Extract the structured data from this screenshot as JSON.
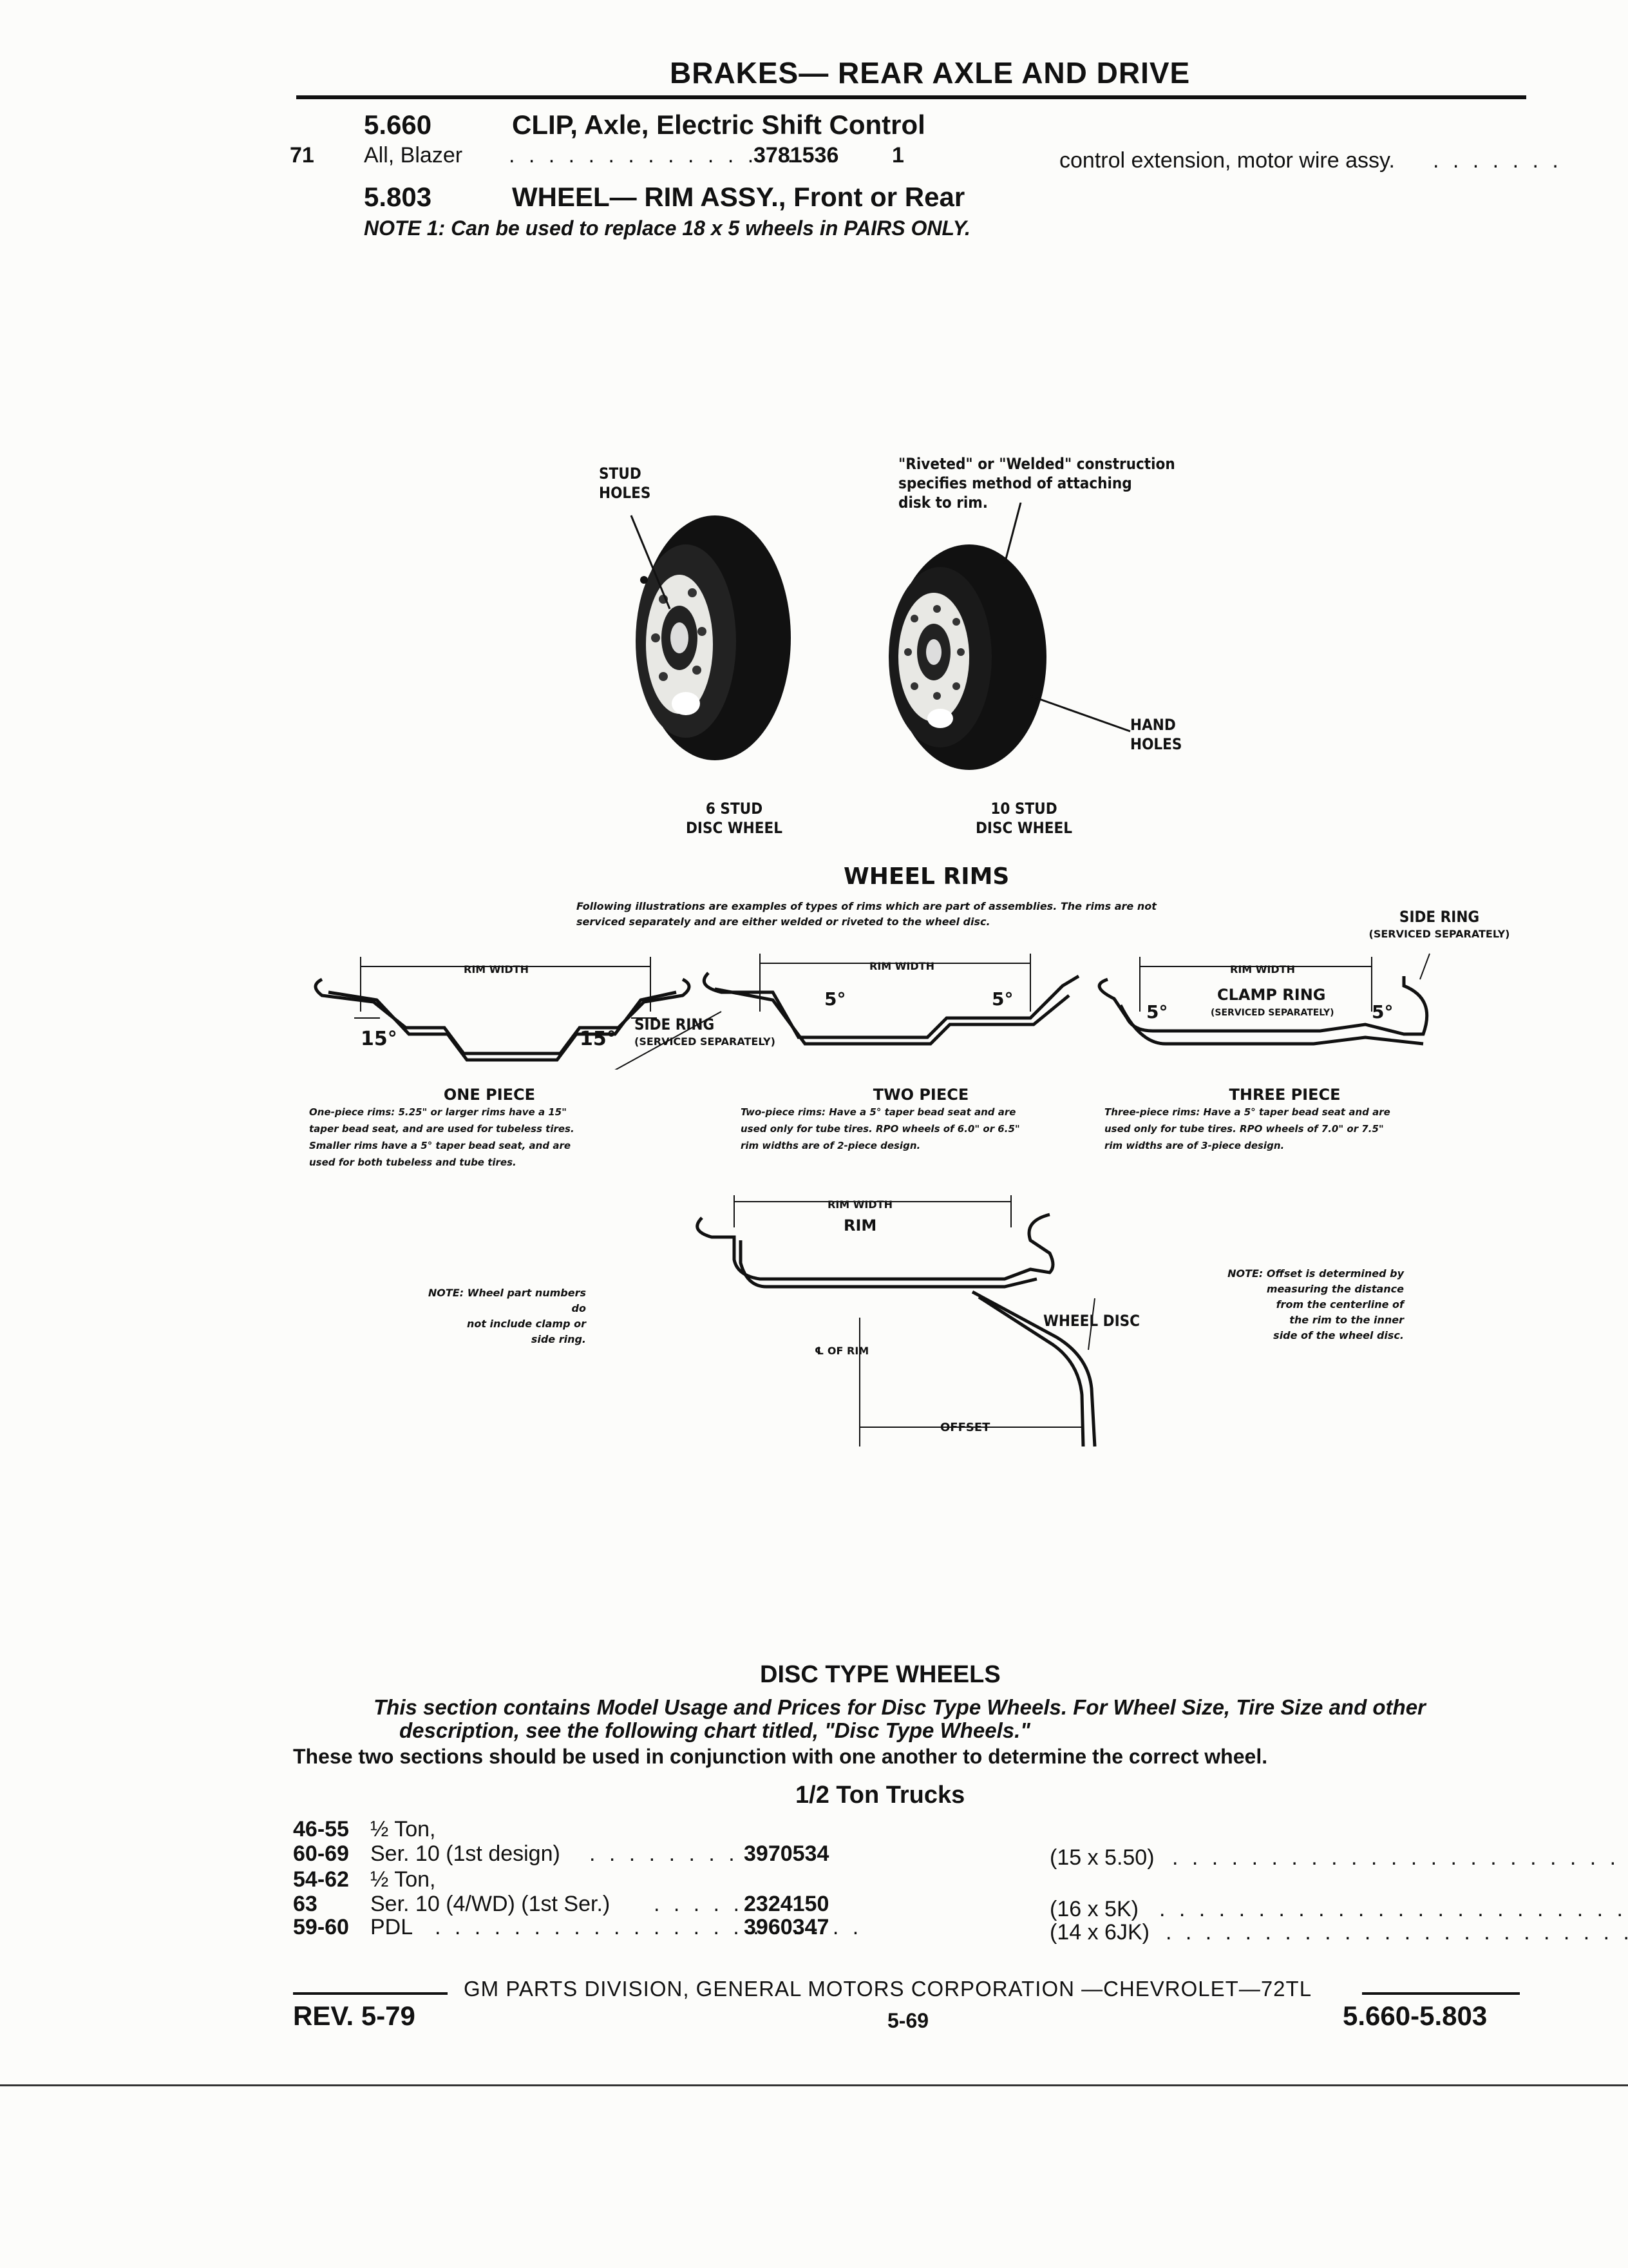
{
  "header": {
    "title": "BRAKES— REAR AXLE AND DRIVE"
  },
  "sections": [
    {
      "number": "5.660",
      "title": "CLIP, Axle, Electric Shift Control"
    },
    {
      "number": "5.803",
      "title": "WHEEL— RIM ASSY., Front or Rear"
    }
  ],
  "clip_entry": {
    "line": "71",
    "model": "All, Blazer",
    "part": "3781536",
    "qty": "1",
    "desc": "control extension, motor wire assy."
  },
  "note1": "NOTE 1: Can be used to replace 18 x 5 wheels in PAIRS ONLY.",
  "figure": {
    "stud_holes": [
      "STUD",
      "HOLES"
    ],
    "riveted": [
      "\"Riveted\" or \"Welded\" construction",
      "specifies method of attaching",
      "disk to rim."
    ],
    "hand_holes": [
      "HAND",
      "HOLES"
    ],
    "wheel6": [
      "6 STUD",
      "DISC WHEEL"
    ],
    "wheel10": [
      "10 STUD",
      "DISC WHEEL"
    ],
    "rims_title": "WHEEL RIMS",
    "rims_intro": [
      "Following illustrations are examples of types of rims which are part of assemblies. The rims are not",
      "serviced separately and are either welded or riveted to the wheel disc."
    ],
    "side_ring_right": [
      "SIDE RING",
      "(SERVICED SEPARATELY)"
    ],
    "side_ring_mid": [
      "SIDE RING",
      "(SERVICED SEPARATELY)"
    ],
    "clamp_ring": [
      "CLAMP RING",
      "(SERVICED SEPARATELY)"
    ],
    "rim_width": "RIM WIDTH",
    "deg15": "15°",
    "deg5": "5°",
    "one_piece": {
      "title": "ONE PIECE",
      "lines": [
        "One-piece rims: 5.25\" or larger rims have a 15\"",
        "taper bead seat, and are used for tubeless tires.",
        "Smaller rims have a 5° taper bead seat, and are",
        "used for both tubeless and tube tires."
      ]
    },
    "two_piece": {
      "title": "TWO PIECE",
      "lines": [
        "Two-piece rims: Have a 5° taper bead seat and are",
        "used only for tube tires. RPO wheels of 6.0\" or 6.5\"",
        "rim widths are of 2-piece design."
      ]
    },
    "three_piece": {
      "title": "THREE PIECE",
      "lines": [
        "Three-piece rims: Have a 5° taper bead seat and are",
        "used only for tube tires. RPO wheels of 7.0\" or 7.5\"",
        "rim widths are of 3-piece design."
      ]
    },
    "note_left": [
      "NOTE: Wheel part numbers do",
      "not include clamp or",
      "side ring."
    ],
    "note_right": [
      "NOTE: Offset is determined by",
      "measuring the distance",
      "from the centerline of",
      "the rim to the inner",
      "side of the wheel disc."
    ],
    "rim": "RIM",
    "wheel_disc": "WHEEL DISC",
    "cl_rim": "℄ OF RIM",
    "offset": "OFFSET"
  },
  "disc": {
    "title": "DISC TYPE WHEELS",
    "para1": "This section contains Model Usage and Prices for Disc Type Wheels. For Wheel Size, Tire Size and other",
    "para2": "description, see the following chart titled, \"Disc Type Wheels.\"",
    "para3": "These two sections should be used in conjunction with one another to determine the correct wheel.",
    "subtitle": "1/2 Ton Trucks",
    "rows": [
      {
        "year": "46-55",
        "desc": "½ Ton,",
        "part": "",
        "size": ""
      },
      {
        "year": "60-69",
        "desc": "Ser. 10 (1st design)",
        "part": "3970534",
        "size": "(15 x 5.50)"
      },
      {
        "year": "54-62",
        "desc": "½ Ton,",
        "part": "",
        "size": ""
      },
      {
        "year": "63",
        "desc": "Ser. 10 (4/WD) (1st Ser.)",
        "part": "2324150",
        "size": "(16 x 5K)"
      },
      {
        "year": "59-60",
        "desc": "PDL",
        "part": "3960347",
        "size": "(14 x 6JK)"
      }
    ]
  },
  "footer": {
    "division": "GM PARTS DIVISION, GENERAL MOTORS CORPORATION —CHEVROLET—72TL",
    "rev": "REV. 5-79",
    "page": "5-69",
    "range": "5.660-5.803"
  }
}
